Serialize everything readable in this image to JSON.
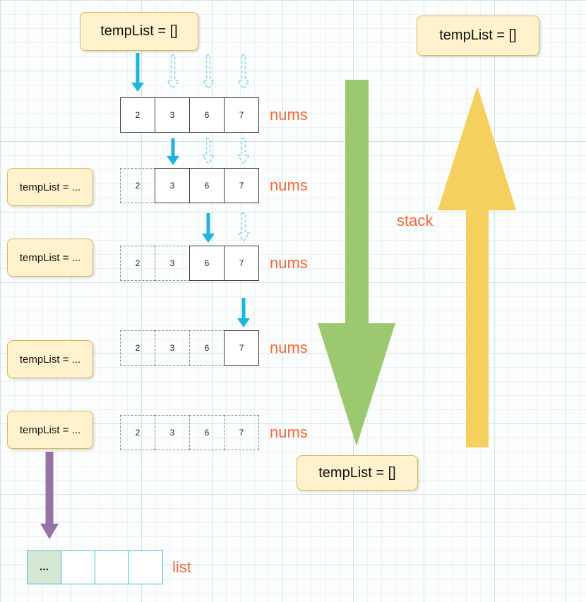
{
  "boxes": {
    "top_left": {
      "label": "tempList = []"
    },
    "top_right": {
      "label": "tempList = []"
    },
    "bottom_center": {
      "label": "tempList = []"
    },
    "left": [
      {
        "label": "tempList = ..."
      },
      {
        "label": "tempList = ..."
      },
      {
        "label": "tempList = ..."
      },
      {
        "label": "tempList = ..."
      }
    ]
  },
  "rows": [
    {
      "cells": [
        "2",
        "3",
        "6",
        "7"
      ],
      "label": "nums"
    },
    {
      "cells": [
        "2",
        "3",
        "6",
        "7"
      ],
      "label": "nums"
    },
    {
      "cells": [
        "2",
        "3",
        "6",
        "7"
      ],
      "label": "nums"
    },
    {
      "cells": [
        "2",
        "3",
        "6",
        "7"
      ],
      "label": "nums"
    },
    {
      "cells": [
        "2",
        "3",
        "6",
        "7"
      ],
      "label": "nums"
    }
  ],
  "stack_label": "stack",
  "list": {
    "first_cell": "...",
    "label": "list"
  },
  "colors": {
    "note_fill": "#FFF2CC",
    "note_border": "#D9B75E",
    "label_orange": "#F2693B",
    "arrow_cyan": "#1FB4DB",
    "arrow_cyan_dashed": "#7FD8EA",
    "arrow_green": "#97C568",
    "arrow_yellow": "#F6CD55",
    "arrow_purple": "#9673A6",
    "list_border": "#3BBFCD",
    "list_first_fill": "#D5E8D4"
  }
}
